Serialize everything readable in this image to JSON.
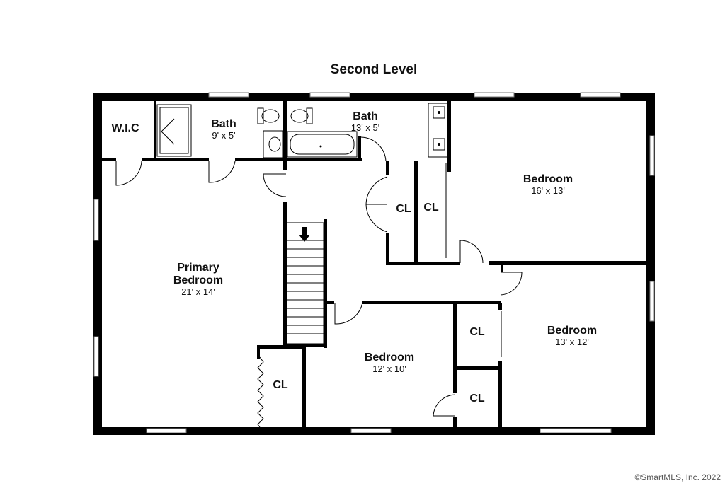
{
  "title": "Second Level",
  "copyright": "©SmartMLS, Inc.  2022",
  "rooms": {
    "wic": {
      "name": "W.I.C"
    },
    "bath_small": {
      "name": "Bath",
      "dims": "9' x 5'"
    },
    "bath_hall": {
      "name": "Bath",
      "dims": "13' x 5'"
    },
    "bedroom_ne": {
      "name": "Bedroom",
      "dims": "16' x 13'"
    },
    "primary": {
      "name_line1": "Primary",
      "name_line2": "Bedroom",
      "dims": "21' x 14'"
    },
    "bedroom_se": {
      "name": "Bedroom",
      "dims": "13' x 12'"
    },
    "bedroom_s": {
      "name": "Bedroom",
      "dims": "12' x 10'"
    }
  },
  "closets": {
    "cl_hall_1": "CL",
    "cl_hall_2": "CL",
    "cl_s1": "CL",
    "cl_s2": "CL",
    "cl_primary": "CL"
  }
}
